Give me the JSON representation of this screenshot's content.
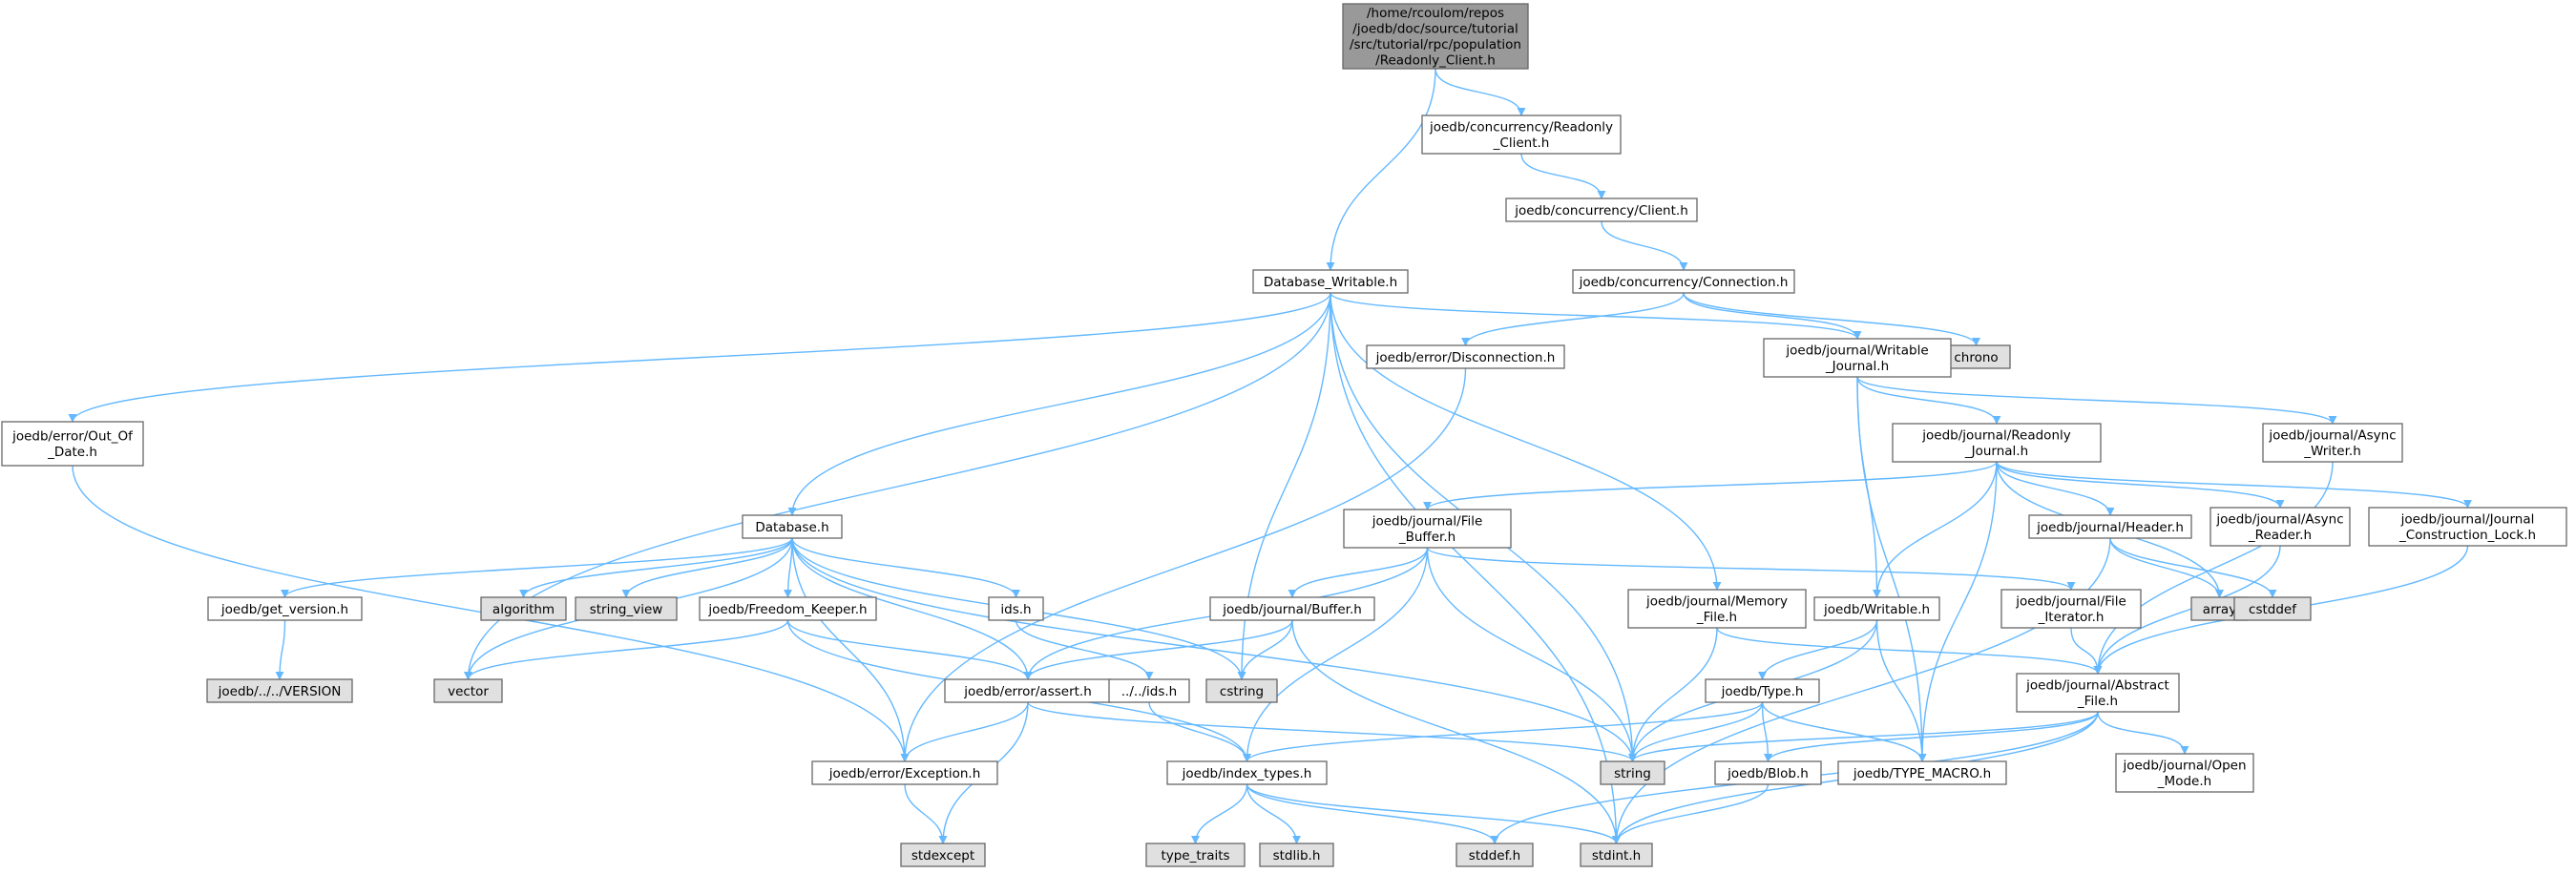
{
  "colors": {
    "edge": "#63b8ff",
    "root_fill": "#999999",
    "file_fill": "#ffffff",
    "system_fill": "#e0e0e0",
    "border": "#666666"
  },
  "nodes": {
    "root": [
      "/home/rcoulom/repos",
      "/joedb/doc/source/tutorial",
      "/src/tutorial/rpc/population",
      "/Readonly_Client.h"
    ],
    "conc_readonly_client": [
      "joedb/concurrency/Readonly",
      "_Client.h"
    ],
    "conc_client": [
      "joedb/concurrency/Client.h"
    ],
    "conc_connection": [
      "joedb/concurrency/Connection.h"
    ],
    "database_writable": [
      "Database_Writable.h"
    ],
    "chrono": [
      "chrono"
    ],
    "error_disconnection": [
      "joedb/error/Disconnection.h"
    ],
    "writable_journal": [
      "joedb/journal/Writable",
      "_Journal.h"
    ],
    "error_out_of_date": [
      "joedb/error/Out_Of",
      "_Date.h"
    ],
    "readonly_journal": [
      "joedb/journal/Readonly",
      "_Journal.h"
    ],
    "async_writer": [
      "joedb/journal/Async",
      "_Writer.h"
    ],
    "database_h": [
      "Database.h"
    ],
    "file_buffer": [
      "joedb/journal/File",
      "_Buffer.h"
    ],
    "header_h": [
      "joedb/journal/Header.h"
    ],
    "async_reader": [
      "joedb/journal/Async",
      "_Reader.h"
    ],
    "construction_lock": [
      "joedb/journal/Journal",
      "_Construction_Lock.h"
    ],
    "get_version": [
      "joedb/get_version.h"
    ],
    "algorithm": [
      "algorithm"
    ],
    "string_view": [
      "string_view"
    ],
    "freedom_keeper": [
      "joedb/Freedom_Keeper.h"
    ],
    "ids_h": [
      "ids.h"
    ],
    "buffer_h": [
      "joedb/journal/Buffer.h"
    ],
    "memory_file": [
      "joedb/journal/Memory",
      "_File.h"
    ],
    "writable_h": [
      "joedb/Writable.h"
    ],
    "file_iterator": [
      "joedb/journal/File",
      "_Iterator.h"
    ],
    "array": [
      "array"
    ],
    "cstddef": [
      "cstddef"
    ],
    "version_file": [
      "joedb/../../VERSION"
    ],
    "vector": [
      "vector"
    ],
    "cstring": [
      "cstring"
    ],
    "assert_h": [
      "joedb/error/assert.h"
    ],
    "dotdot_ids": [
      "../../ids.h"
    ],
    "type_h": [
      "joedb/Type.h"
    ],
    "abstract_file": [
      "joedb/journal/Abstract",
      "_File.h"
    ],
    "exception_h": [
      "joedb/error/Exception.h"
    ],
    "index_types": [
      "joedb/index_types.h"
    ],
    "string": [
      "string"
    ],
    "blob_h": [
      "joedb/Blob.h"
    ],
    "type_macro": [
      "joedb/TYPE_MACRO.h"
    ],
    "open_mode": [
      "joedb/journal/Open",
      "_Mode.h"
    ],
    "stdexcept": [
      "stdexcept"
    ],
    "type_traits": [
      "type_traits"
    ],
    "stdlib_h": [
      "stdlib.h"
    ],
    "stddef_h": [
      "stddef.h"
    ],
    "stdint_h": [
      "stdint.h"
    ]
  },
  "edges": [
    [
      "root",
      "conc_readonly_client"
    ],
    [
      "root",
      "database_writable"
    ],
    [
      "conc_readonly_client",
      "conc_client"
    ],
    [
      "conc_client",
      "conc_connection"
    ],
    [
      "conc_connection",
      "error_disconnection"
    ],
    [
      "conc_connection",
      "writable_journal"
    ],
    [
      "conc_connection",
      "chrono"
    ],
    [
      "database_writable",
      "error_out_of_date"
    ],
    [
      "database_writable",
      "vector"
    ],
    [
      "database_writable",
      "database_h"
    ],
    [
      "database_writable",
      "cstring"
    ],
    [
      "database_writable",
      "stdint_h"
    ],
    [
      "database_writable",
      "string"
    ],
    [
      "database_writable",
      "memory_file"
    ],
    [
      "database_writable",
      "writable_journal"
    ],
    [
      "error_disconnection",
      "exception_h"
    ],
    [
      "error_out_of_date",
      "exception_h"
    ],
    [
      "writable_journal",
      "readonly_journal"
    ],
    [
      "writable_journal",
      "writable_h"
    ],
    [
      "writable_journal",
      "async_writer"
    ],
    [
      "writable_journal",
      "type_macro"
    ],
    [
      "readonly_journal",
      "file_buffer"
    ],
    [
      "readonly_journal",
      "writable_h"
    ],
    [
      "readonly_journal",
      "type_macro"
    ],
    [
      "readonly_journal",
      "header_h"
    ],
    [
      "readonly_journal",
      "array"
    ],
    [
      "readonly_journal",
      "async_reader"
    ],
    [
      "readonly_journal",
      "construction_lock"
    ],
    [
      "async_writer",
      "abstract_file"
    ],
    [
      "async_reader",
      "abstract_file"
    ],
    [
      "construction_lock",
      "abstract_file"
    ],
    [
      "header_h",
      "array"
    ],
    [
      "header_h",
      "cstddef"
    ],
    [
      "header_h",
      "stdint_h"
    ],
    [
      "database_h",
      "get_version"
    ],
    [
      "database_h",
      "algorithm"
    ],
    [
      "database_h",
      "string_view"
    ],
    [
      "database_h",
      "freedom_keeper"
    ],
    [
      "database_h",
      "ids_h"
    ],
    [
      "database_h",
      "vector"
    ],
    [
      "database_h",
      "cstring"
    ],
    [
      "database_h",
      "assert_h"
    ],
    [
      "database_h",
      "exception_h"
    ],
    [
      "database_h",
      "string"
    ],
    [
      "get_version",
      "version_file"
    ],
    [
      "freedom_keeper",
      "vector"
    ],
    [
      "freedom_keeper",
      "assert_h"
    ],
    [
      "freedom_keeper",
      "index_types"
    ],
    [
      "ids_h",
      "dotdot_ids"
    ],
    [
      "dotdot_ids",
      "index_types"
    ],
    [
      "file_buffer",
      "buffer_h"
    ],
    [
      "file_buffer",
      "assert_h"
    ],
    [
      "file_buffer",
      "index_types"
    ],
    [
      "file_buffer",
      "string"
    ],
    [
      "file_buffer",
      "file_iterator"
    ],
    [
      "buffer_h",
      "assert_h"
    ],
    [
      "buffer_h",
      "cstring"
    ],
    [
      "buffer_h",
      "stdint_h"
    ],
    [
      "memory_file",
      "abstract_file"
    ],
    [
      "memory_file",
      "string"
    ],
    [
      "writable_h",
      "type_h"
    ],
    [
      "writable_h",
      "type_macro"
    ],
    [
      "writable_h",
      "string"
    ],
    [
      "file_iterator",
      "abstract_file"
    ],
    [
      "type_h",
      "index_types"
    ],
    [
      "type_h",
      "blob_h"
    ],
    [
      "type_h",
      "type_macro"
    ],
    [
      "type_h",
      "string"
    ],
    [
      "abstract_file",
      "string"
    ],
    [
      "abstract_file",
      "blob_h"
    ],
    [
      "abstract_file",
      "open_mode"
    ],
    [
      "abstract_file",
      "stddef_h"
    ],
    [
      "abstract_file",
      "stdint_h"
    ],
    [
      "assert_h",
      "exception_h"
    ],
    [
      "assert_h",
      "stdexcept"
    ],
    [
      "assert_h",
      "string"
    ],
    [
      "exception_h",
      "stdexcept"
    ],
    [
      "index_types",
      "type_traits"
    ],
    [
      "index_types",
      "stdlib_h"
    ],
    [
      "index_types",
      "stddef_h"
    ],
    [
      "index_types",
      "stdint_h"
    ],
    [
      "blob_h",
      "stdint_h"
    ]
  ]
}
